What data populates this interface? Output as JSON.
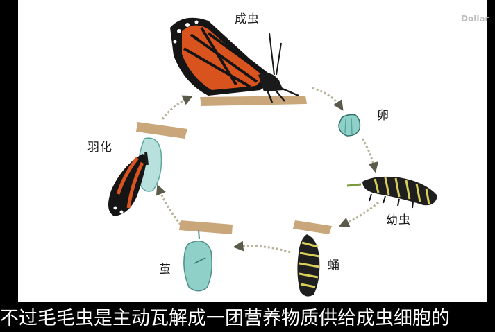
{
  "diagram": {
    "stages": {
      "adult": "成虫",
      "egg": "卵",
      "larva": "幼虫",
      "pupa": "蛹",
      "cocoon": "茧",
      "eclosion": "羽化"
    }
  },
  "watermark": "Dollar",
  "subtitle": "不过毛毛虫是主动瓦解成一团营养物质供给成虫细胞的",
  "colors": {
    "wing_orange": "#d9531e",
    "wing_black": "#151515",
    "branch": "#c9a77a",
    "chrysalis_green": "#8fd1c8",
    "arrow": "#b9b39a"
  }
}
